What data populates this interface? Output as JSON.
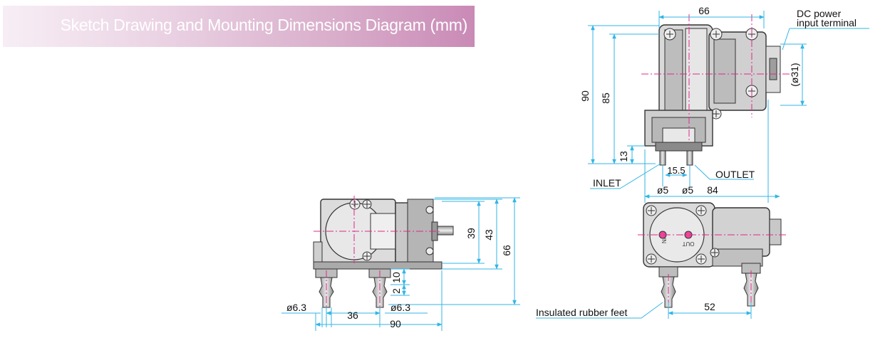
{
  "banner": {
    "title": "Sketch Drawing and Mounting Dimensions Diagram (mm)"
  },
  "top_view": {
    "width": "66",
    "height_total": "90",
    "height_body": "85",
    "base_height": "13",
    "port_spacing": "15.5",
    "inlet_dia": "ø5",
    "outlet_dia": "ø5",
    "total_length": "84",
    "motor_dia": "(ø31)",
    "inlet_label": "INLET",
    "outlet_label": "OUTLET",
    "terminal_label_line1": "DC power",
    "terminal_label_line2": "input terminal"
  },
  "side_view": {
    "dim_39": "39",
    "dim_43": "43",
    "dim_66": "66",
    "dim_10": "10",
    "dim_2": "2",
    "foot_dia_left": "ø6.3",
    "foot_dia_right": "ø6.3",
    "foot_spacing": "36",
    "total_width": "90"
  },
  "front_view": {
    "in_mark": "IN",
    "out_mark": "OUT",
    "feet_label": "Insulated rubber feet",
    "foot_spacing": "52"
  }
}
